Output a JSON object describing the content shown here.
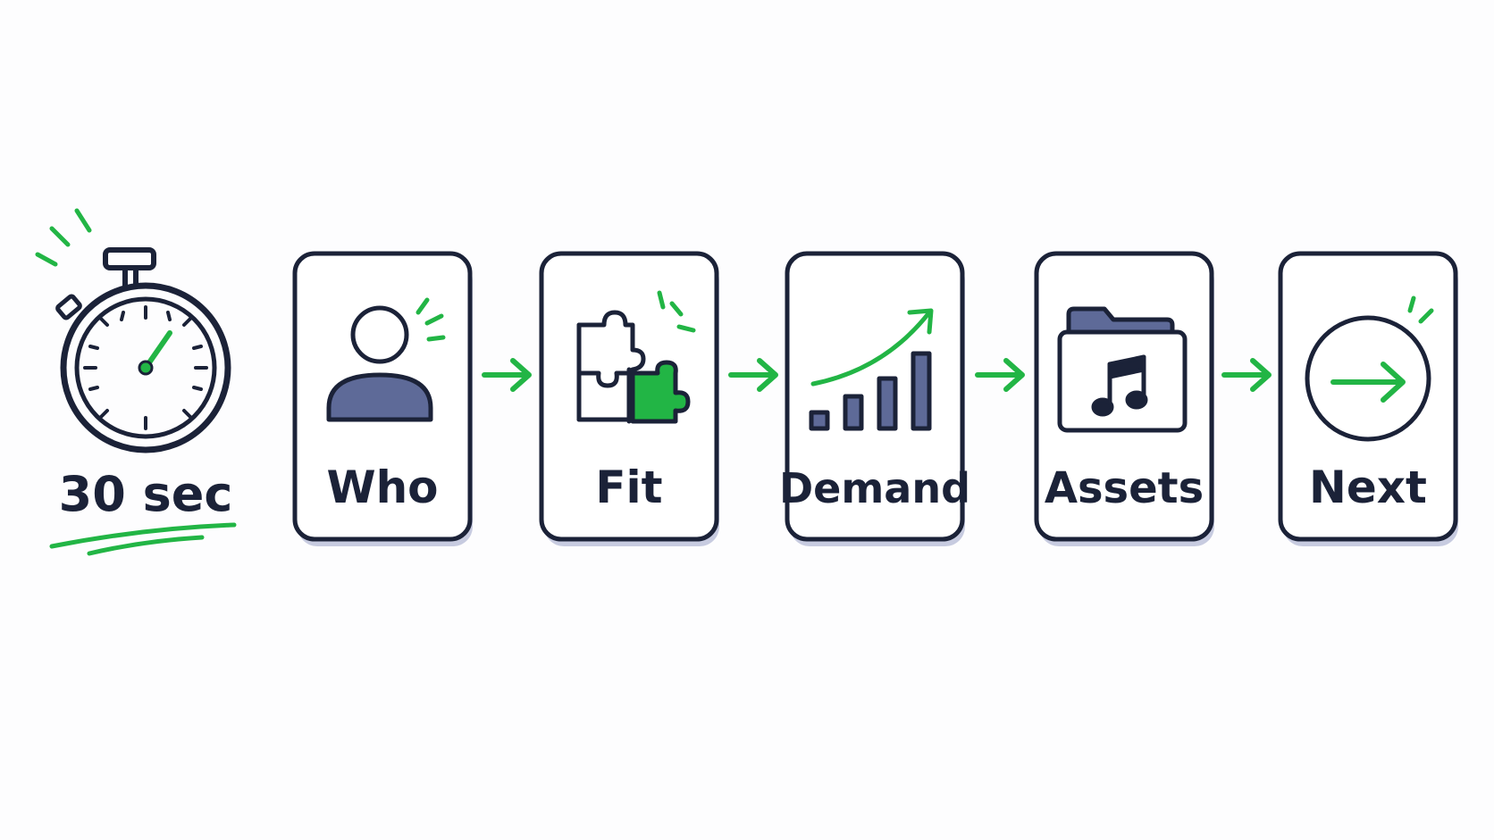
{
  "timer": {
    "label": "30 sec"
  },
  "steps": [
    {
      "label": "Who",
      "icon": "person-icon"
    },
    {
      "label": "Fit",
      "icon": "puzzle-icon"
    },
    {
      "label": "Demand",
      "icon": "bar-chart-icon"
    },
    {
      "label": "Assets",
      "icon": "music-folder-icon"
    },
    {
      "label": "Next",
      "icon": "arrow-circle-icon"
    }
  ],
  "colors": {
    "ink": "#1b2238",
    "accent": "#22b545",
    "fill": "#5e6a98",
    "shadow": "#c7cbe0"
  }
}
